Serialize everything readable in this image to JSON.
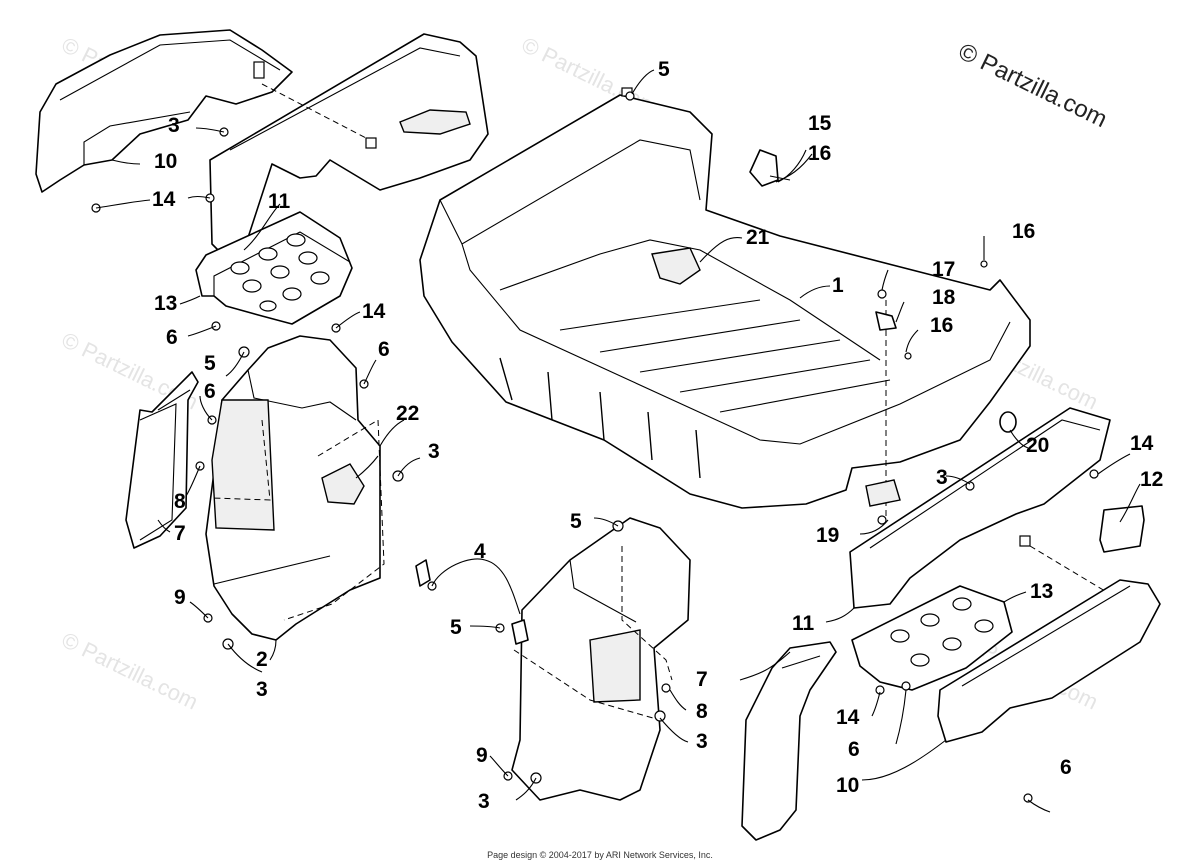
{
  "copyright": "© Partzilla.com",
  "footer": "Page design © 2004-2017 by ARI Network Services, Inc.",
  "watermark": "© Partzilla.com",
  "callouts": {
    "c1": "1",
    "c2": "2",
    "c3a": "3",
    "c3b": "3",
    "c3c": "3",
    "c3d": "3",
    "c3e": "3",
    "c3f": "3",
    "c4": "4",
    "c5a": "5",
    "c5b": "5",
    "c5c": "5",
    "c5d": "5",
    "c6a": "6",
    "c6b": "6",
    "c6c": "6",
    "c6d": "6",
    "c6e": "6",
    "c7a": "7",
    "c7b": "7",
    "c8a": "8",
    "c8b": "8",
    "c9a": "9",
    "c9b": "9",
    "c10a": "10",
    "c10b": "10",
    "c11a": "11",
    "c11b": "11",
    "c12": "12",
    "c13a": "13",
    "c13b": "13",
    "c14a": "14",
    "c14b": "14",
    "c14c": "14",
    "c14d": "14",
    "c15": "15",
    "c16a": "16",
    "c16b": "16",
    "c16c": "16",
    "c17": "17",
    "c18": "18",
    "c19": "19",
    "c20": "20",
    "c21": "21",
    "c22": "22"
  }
}
